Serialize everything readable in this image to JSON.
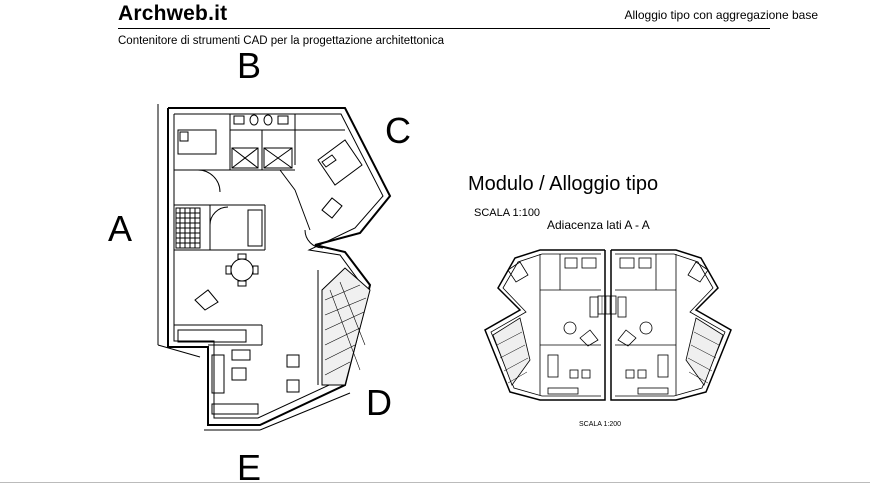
{
  "header": {
    "brand": "Archweb.it",
    "title": "Alloggio tipo con aggregazione base",
    "subtitle": "Contenitore di strumenti CAD per la progettazione architettonica"
  },
  "plan": {
    "side_labels": {
      "a": "A",
      "b": "B",
      "c": "C",
      "d": "D",
      "e": "E"
    }
  },
  "module": {
    "title": "Modulo / Alloggio tipo",
    "scale_main": "SCALA 1:100",
    "adjacency": "Adiacenza lati  A - A",
    "scale_small": "SCALA 1:200"
  }
}
